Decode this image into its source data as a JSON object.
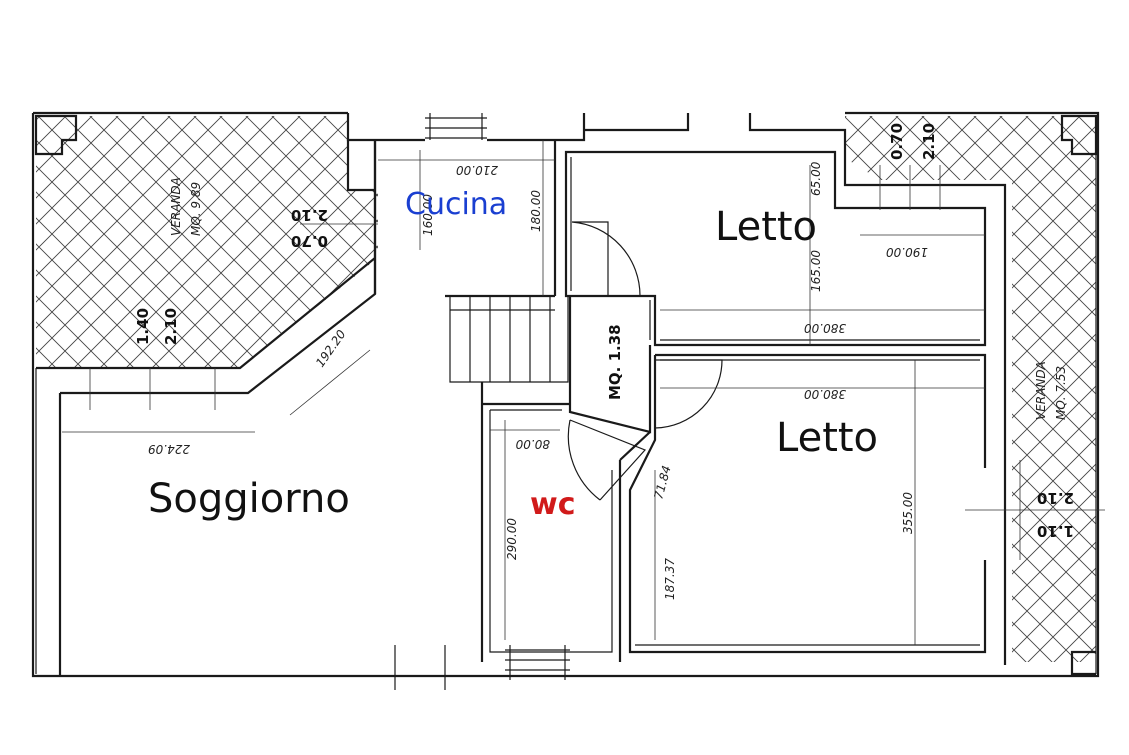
{
  "colors": {
    "cucina": "#1a3fd1",
    "wc": "#d11a1a",
    "text": "#111111"
  },
  "rooms": {
    "soggiorno": "Soggiorno",
    "cucina": "Cucina",
    "letto_top": "Letto",
    "letto_bottom": "Letto",
    "wc": "wc"
  },
  "verandas": {
    "left": {
      "name": "VERANDA",
      "area": "MQ. 9.89"
    },
    "right": {
      "name": "VERANDA",
      "area": "MQ. 7.53"
    }
  },
  "corridor_area": "MQ. 1.38",
  "heights": {
    "left_a": "1.40",
    "left_b": "2.10",
    "top_right_a": "0.70",
    "top_right_b": "2.10",
    "veranda_left_a": "2.10",
    "veranda_left_b": "0.70",
    "right_a": "2.10",
    "right_b": "1.10"
  },
  "dimensions": {
    "cucina_width": "210.00",
    "cucina_depth_a": "180.00",
    "cucina_depth_b": "160.00",
    "letto_top_notch": "65.00",
    "letto_top_width": "190.00",
    "letto_top_depth": "165.00",
    "letto_top_length": "380.00",
    "letto_bottom_length": "380.00",
    "letto_bottom_depth": "355.00",
    "soggiorno_diag": "192.20",
    "soggiorno_width": "224.09",
    "wc_width": "80.00",
    "wc_depth": "290.00",
    "passage_a": "71.84",
    "passage_b": "187.37"
  }
}
